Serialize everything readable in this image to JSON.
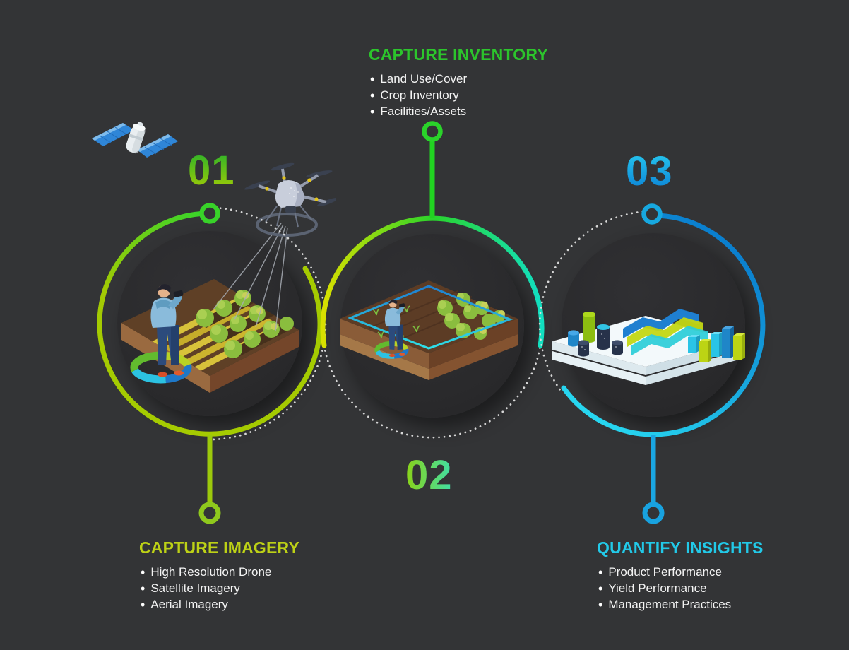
{
  "infographic": {
    "background_color": "#333436",
    "steps": [
      {
        "number": "01",
        "title": "CAPTURE IMAGERY",
        "items": [
          "High Resolution Drone",
          "Satellite Imagery",
          "Aerial Imagery"
        ],
        "accent_color": "#bdd116",
        "number_gradient": [
          "#29b22a",
          "#a6cc05"
        ],
        "ring_gradient": [
          "#33d42c",
          "#a6cc00"
        ],
        "illustration": "farmer-scanning-crop-field"
      },
      {
        "number": "02",
        "title": "CAPTURE INVENTORY",
        "items": [
          "Land Use/Cover",
          "Crop Inventory",
          "Facilities/Assets"
        ],
        "accent_color": "#2cc52c",
        "number_gradient": [
          "#8bd316",
          "#3fdfa8"
        ],
        "ring_gradient": [
          "#d9e000",
          "#2ad42a",
          "#12dfc0"
        ],
        "illustration": "field-boundary-survey"
      },
      {
        "number": "03",
        "title": "QUANTIFY INSIGHTS",
        "items": [
          "Product Performance",
          "Yield Performance",
          "Management Practices"
        ],
        "accent_color": "#22c9e8",
        "number_gradient": [
          "#27c8ef",
          "#0b80d4"
        ],
        "ring_gradient": [
          "#0a7ece",
          "#27d6f0"
        ],
        "illustration": "3d-analytics-charts-platform"
      }
    ],
    "decorations": [
      "satellite-icon",
      "drone-icon"
    ],
    "bullet_color": "#ffffff",
    "text_color": "#f4f4f4"
  }
}
